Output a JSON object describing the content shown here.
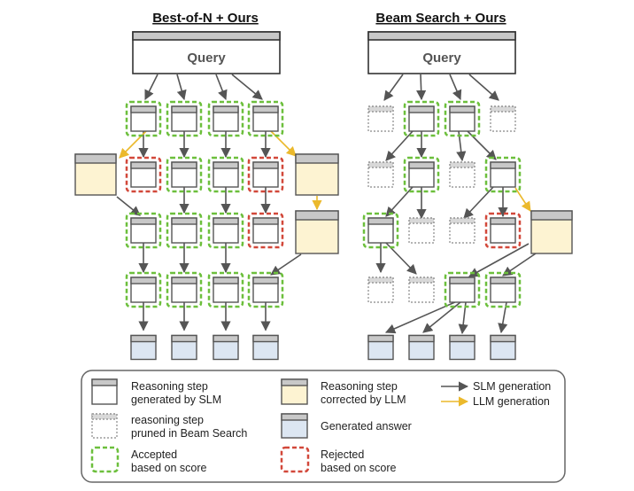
{
  "titles": {
    "left": "Best-of-N + Ours",
    "right": "Beam Search + Ours"
  },
  "query_label": "Query",
  "legend": {
    "slm_step": [
      "Reasoning step",
      "generated by SLM"
    ],
    "llm_step": [
      "Reasoning step",
      "corrected by LLM"
    ],
    "pruned_step": [
      "reasoning step",
      "pruned in Beam Search"
    ],
    "answer": "Generated answer",
    "accepted": [
      "Accepted",
      "based on score"
    ],
    "rejected": [
      "Rejected",
      "based on score"
    ],
    "slm_generation": "SLM generation",
    "llm_generation": "LLM generation"
  },
  "colors": {
    "accepted_border": "#6cbf3c",
    "rejected_border": "#d2483a",
    "llm_fill": "#fdf3d2",
    "llm_arrow": "#ebb92c",
    "slm_arrow": "#555555",
    "answer_fill": "#dce6f2",
    "header_fill": "#c8c8c8"
  }
}
